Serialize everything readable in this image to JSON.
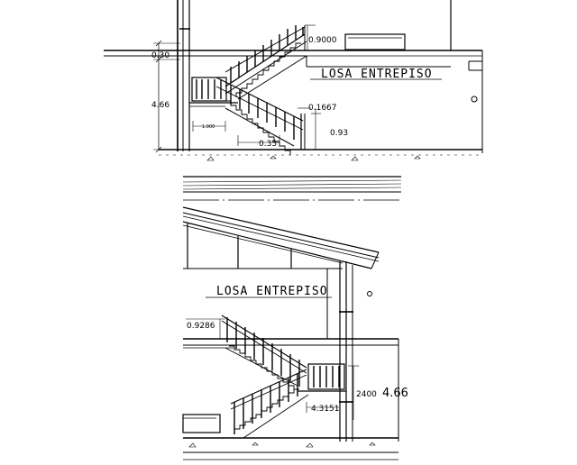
{
  "top_elevation": {
    "title": "LOSA ENTREPISO",
    "dim_slab": "0.30",
    "dim_height": "4.66",
    "dim_handrail": "0.9000",
    "dim_riser": "0.1667",
    "dim_rail_low": "0.93",
    "dim_tread": "0.35",
    "dim_landing": "1.000"
  },
  "bottom_elevation": {
    "title": "LOSA ENTREPISO",
    "dim_handrail": "0.9286",
    "dim_rail": "2400",
    "dim_run": "4.3151",
    "dim_height": "4.66"
  }
}
